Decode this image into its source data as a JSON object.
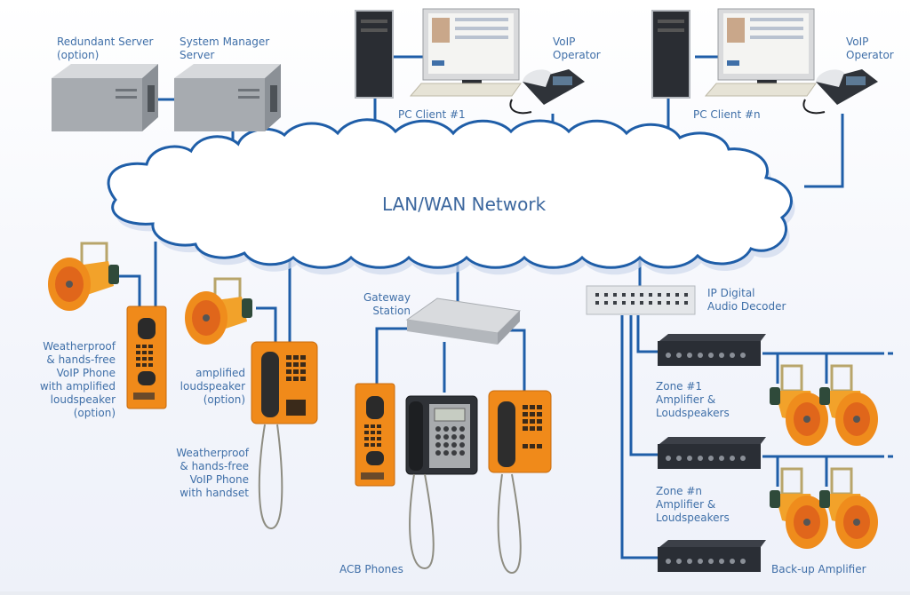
{
  "diagram": {
    "title": "LAN/WAN Network",
    "colors": {
      "wire": "#1f5ea8",
      "label": "#3f6fa8",
      "orange": "#f39a22",
      "dark_device": "#2b2f36"
    },
    "nodes": {
      "redundant_server": "Redundant Server\n(option)",
      "system_manager_server": "System Manager\nServer",
      "pc_client_1": "PC Client #1",
      "voip_operator_1": "VoIP\nOperator",
      "pc_client_n": "PC Client #n",
      "voip_operator_n": "VoIP\nOperator",
      "weatherproof_amplified": "Weatherproof\n& hands-free\nVoIP Phone\nwith amplified\nloudspeaker\n(option)",
      "amplified_loudspeaker": "amplified\nloudspeaker\n(option)",
      "weatherproof_handset": "Weatherproof\n& hands-free\nVoIP Phone\nwith handset",
      "gateway_station": "Gateway\nStation",
      "acb_phones": "ACB Phones",
      "ip_digital_audio_decoder": "IP Digital\nAudio Decoder",
      "zone_1": "Zone #1\nAmplifier &\nLoudspeakers",
      "zone_n": "Zone #n\nAmplifier &\nLoudspeakers",
      "backup_amplifier": "Back-up Amplifier"
    },
    "icons": {
      "server": "server-icon",
      "pc": "desktop-pc-icon",
      "desk_phone": "desk-phone-icon",
      "cloud": "cloud-network-icon",
      "horn_speaker": "horn-loudspeaker-icon",
      "wall_phone": "wall-phone-icon",
      "gateway": "gateway-icon",
      "decoder": "audio-decoder-icon",
      "amplifier": "amplifier-icon"
    }
  }
}
